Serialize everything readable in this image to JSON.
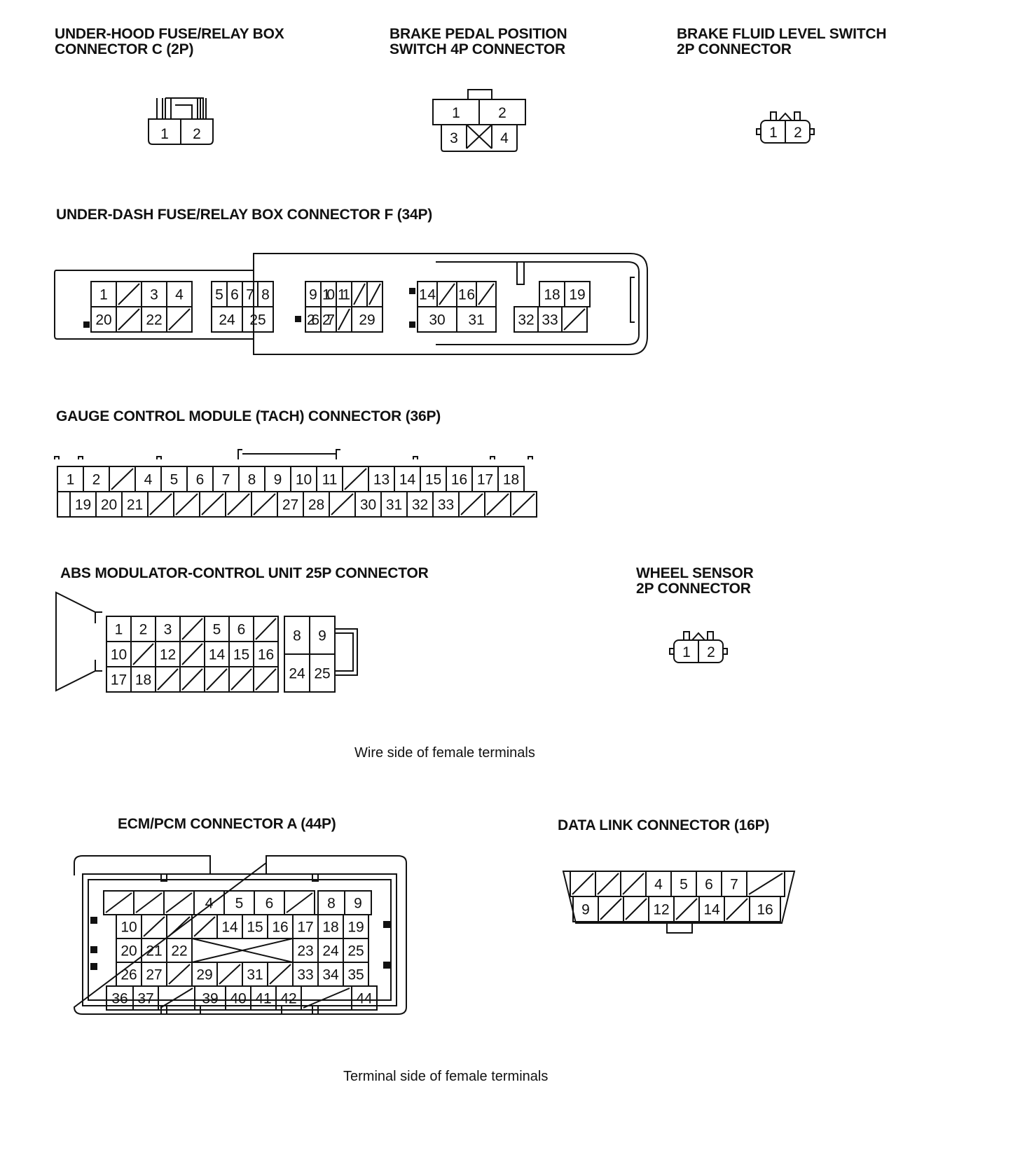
{
  "titles": {
    "underhood_c": "UNDER-HOOD FUSE/RELAY BOX\nCONNECTOR C (2P)",
    "brake_pedal": "BRAKE PEDAL POSITION\nSWITCH 4P CONNECTOR",
    "brake_fluid": "BRAKE FLUID LEVEL SWITCH\n2P CONNECTOR",
    "underdash_f": "UNDER-DASH FUSE/RELAY BOX CONNECTOR F (34P)",
    "gauge": "GAUGE CONTROL MODULE (TACH) CONNECTOR (36P)",
    "abs": "ABS MODULATOR-CONTROL UNIT 25P CONNECTOR",
    "wheel": "WHEEL SENSOR\n2P CONNECTOR",
    "ecm": "ECM/PCM CONNECTOR A (44P)",
    "dlc": "DATA LINK CONNECTOR (16P)"
  },
  "notes": {
    "wire_side": "Wire side of female terminals",
    "terminal_side": "Terminal side of female terminals"
  },
  "colors": {
    "line": "#111111",
    "background": "#ffffff"
  },
  "connectors": {
    "underhood_c": {
      "rows": [
        [
          "1",
          "2"
        ]
      ]
    },
    "brake_pedal": {
      "rows": [
        [
          "1",
          "2"
        ],
        [
          "3",
          "",
          "4"
        ]
      ]
    },
    "brake_fluid": {
      "rows": [
        [
          "1",
          "2"
        ]
      ]
    },
    "wheel": {
      "rows": [
        [
          "1",
          "2"
        ]
      ]
    },
    "underdash_f": {
      "groups": [
        [
          [
            "1",
            "",
            "3",
            "4"
          ],
          [
            "20",
            "",
            "22",
            ""
          ]
        ],
        [
          [
            "5",
            "6",
            "7",
            "8"
          ],
          [
            "24",
            "25"
          ]
        ],
        [
          [
            "9",
            "10",
            "11",
            "",
            ""
          ],
          [
            "26",
            "27",
            "",
            "29"
          ]
        ],
        [
          [
            "14",
            "",
            "16",
            ""
          ],
          [
            "30",
            "31"
          ]
        ],
        [
          [
            "18",
            "19"
          ],
          [
            "32",
            "33",
            ""
          ]
        ]
      ]
    },
    "gauge": {
      "rows": [
        [
          "1",
          "2",
          "",
          "4",
          "5",
          "6",
          "7",
          "8",
          "9",
          "10",
          "11",
          "",
          "13",
          "14",
          "15",
          "16",
          "17",
          "18"
        ],
        [
          "19",
          "20",
          "21",
          "",
          "",
          "",
          "",
          "",
          "27",
          "28",
          "",
          "30",
          "31",
          "32",
          "33",
          "",
          "",
          ""
        ]
      ]
    },
    "abs": {
      "rows": [
        [
          "1",
          "2",
          "3",
          "",
          "5",
          "6",
          "",
          "8",
          "9"
        ],
        [
          "10",
          "",
          "12",
          "",
          "14",
          "15",
          "16"
        ],
        [
          "17",
          "18",
          "",
          "",
          "",
          "",
          "",
          "24",
          "25"
        ]
      ]
    },
    "ecm": {
      "rows": [
        [
          "",
          "",
          "",
          "4",
          "5",
          "6",
          "",
          "8",
          "9"
        ],
        [
          "10",
          "",
          "",
          "",
          "14",
          "15",
          "16",
          "17",
          "18",
          "19"
        ],
        [
          "20",
          "21",
          "22",
          "23",
          "24",
          "25"
        ],
        [
          "26",
          "27",
          "",
          "29",
          "",
          "31",
          "",
          "33",
          "34",
          "35"
        ],
        [
          "36",
          "37",
          "",
          "39",
          "40",
          "41",
          "42",
          "",
          "44"
        ]
      ]
    },
    "dlc": {
      "rows": [
        [
          "",
          "",
          "",
          "4",
          "5",
          "6",
          "7",
          ""
        ],
        [
          "9",
          "",
          "",
          "12",
          "",
          "14",
          "",
          "16"
        ]
      ]
    }
  }
}
